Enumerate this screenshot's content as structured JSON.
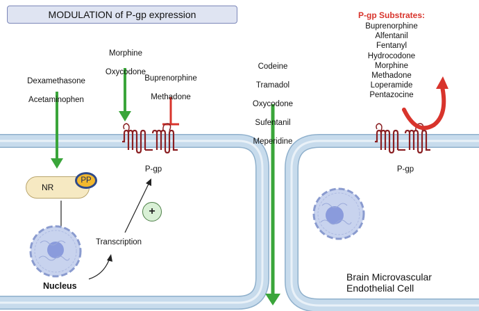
{
  "title": "MODULATION of P-gp expression",
  "drug_groups": {
    "inducers": [
      "Dexamethasone",
      "Acetaminophen"
    ],
    "activators": [
      "Morphine",
      "Oxycodone"
    ],
    "inhibitors": [
      "Buprenorphine",
      "Methadone"
    ],
    "transported": [
      "Codeine",
      "Tramadol",
      "Oxycodone",
      "Sufentanil",
      "Meperidine"
    ]
  },
  "substrates": {
    "title": "P-gp Substrates:",
    "items": [
      "Buprenorphine",
      "Alfentanil",
      "Fentanyl",
      "Hydrocodone",
      "Morphine",
      "Methadone",
      "Loperamide",
      "Pentazocine"
    ]
  },
  "labels": {
    "pgp_left": "P-gp",
    "pgp_right": "P-gp",
    "nr": "NR",
    "pp": "PP",
    "plus": "+",
    "transcription": "Transcription",
    "nucleus": "Nucleus",
    "cell": "Brain Microvascular\nEndothelial Cell"
  },
  "colors": {
    "green_arrow": "#3aa53a",
    "red_inhibit": "#d8342c",
    "membrane": "#c7dbec",
    "membrane_edge": "#8fb0cc",
    "pgp": "#8a1f22",
    "nucleus": "#b9c6e6",
    "title_bg": "#dfe4f2"
  },
  "icons": [
    "green-activation-arrow",
    "red-inhibition-bar",
    "red-efflux-arrow",
    "pgp-transporter-icon",
    "nucleus-icon"
  ]
}
